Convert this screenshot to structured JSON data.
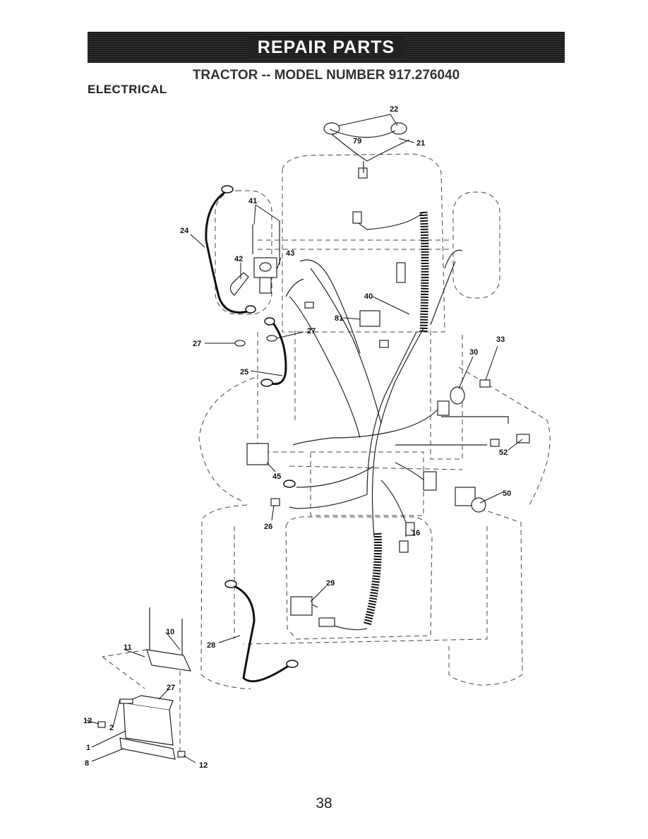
{
  "header": {
    "banner": "REPAIR PARTS"
  },
  "title": "TRACTOR -- MODEL NUMBER 917.276040",
  "section": "ELECTRICAL",
  "page_number": "38",
  "callouts": [
    "22",
    "79",
    "21",
    "41",
    "24",
    "43",
    "42",
    "40",
    "81",
    "27",
    "27",
    "25",
    "33",
    "30",
    "52",
    "45",
    "50",
    "26",
    "16",
    "29",
    "10",
    "28",
    "11",
    "27",
    "12",
    "2",
    "1",
    "8",
    "12"
  ]
}
